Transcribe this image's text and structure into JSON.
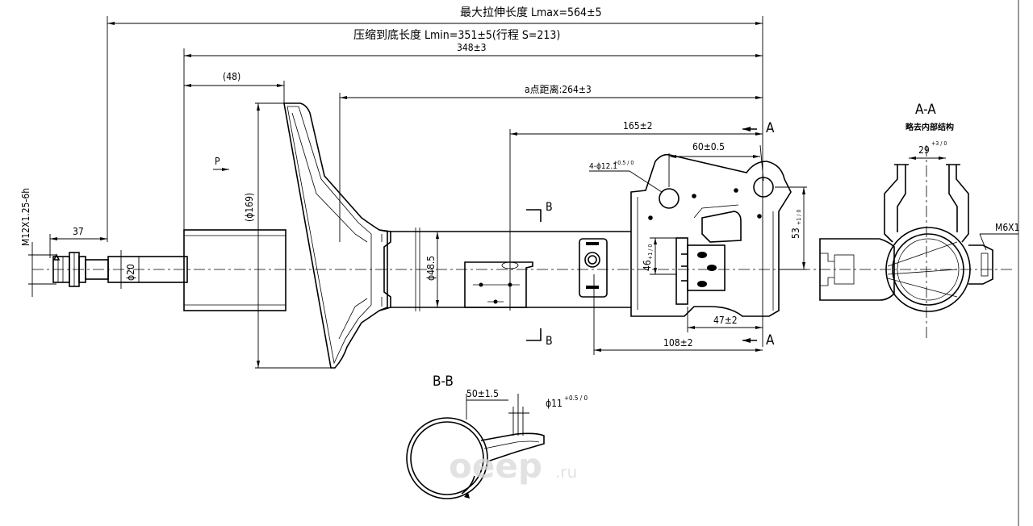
{
  "dimensions": {
    "lmax": "最大拉伸长度 Lmax=564±5",
    "lmin": "压缩到底长度 Lmin=351±5(行程 S=213)",
    "body_length": "348±3",
    "a_point_distance": "a点距离:264±3",
    "mount_offset": "(48)",
    "dia_169": "(ϕ169)",
    "thread": "M12X1.25-6h",
    "thread_len": "37",
    "rod_dia": "ϕ20",
    "tube_dia": "ϕ48.5",
    "dist_165": "165±2",
    "dist_60": "60±0.5",
    "holes": "4-ϕ12.1",
    "holes_tol": "+0.5 / 0",
    "dist_53": "53",
    "dist_53_tol": "+1 / 0",
    "dist_46": "46",
    "dist_46_tol": "+1 / 0",
    "dist_47": "47±2",
    "dist_108": "108±2",
    "view_p": "P",
    "section_a": "A",
    "section_b": "B"
  },
  "section_aa": {
    "title": "A-A",
    "subtitle": "略去内部结构",
    "gap": "29",
    "gap_tol": "+3 / 0",
    "thread": "M6X1"
  },
  "section_bb": {
    "title": "B-B",
    "dist": "50±1.5",
    "hole_dia": "ϕ11",
    "hole_tol": "+0.5 / 0"
  },
  "watermark": {
    "brand": "oeep",
    "tld": ".ru"
  }
}
